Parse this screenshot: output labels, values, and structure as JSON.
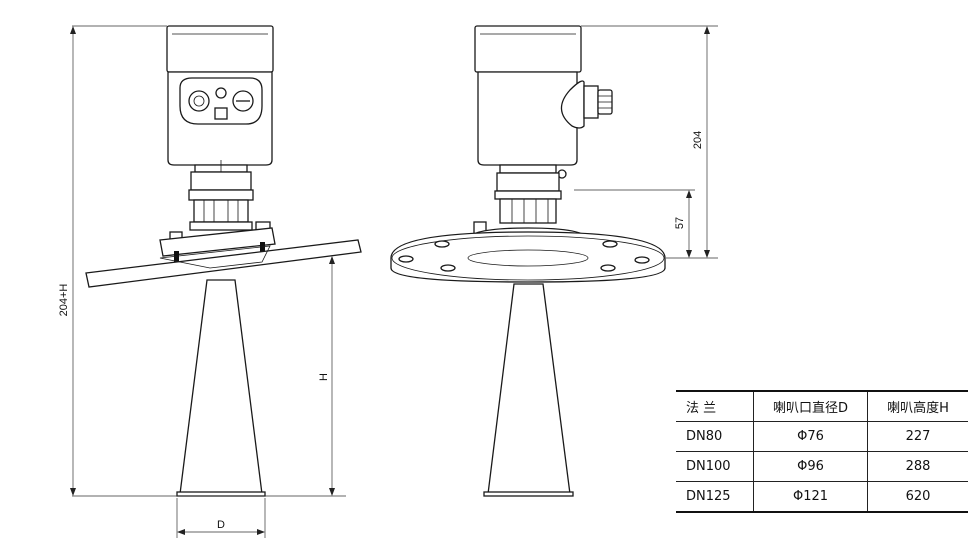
{
  "dimensions": {
    "total_height_label": "204+H",
    "horn_height_label": "H",
    "horn_diameter_label": "D",
    "head_height_label": "204",
    "flange_offset_label": "57"
  },
  "table": {
    "headers": [
      "法 兰",
      "喇叭口直径D",
      "喇叭高度H"
    ],
    "rows": [
      [
        "DN80",
        "Φ76",
        "227"
      ],
      [
        "DN100",
        "Φ96",
        "288"
      ],
      [
        "DN125",
        "Φ121",
        "620"
      ]
    ]
  },
  "colors": {
    "line": "#1a1a1a",
    "background": "#ffffff"
  }
}
